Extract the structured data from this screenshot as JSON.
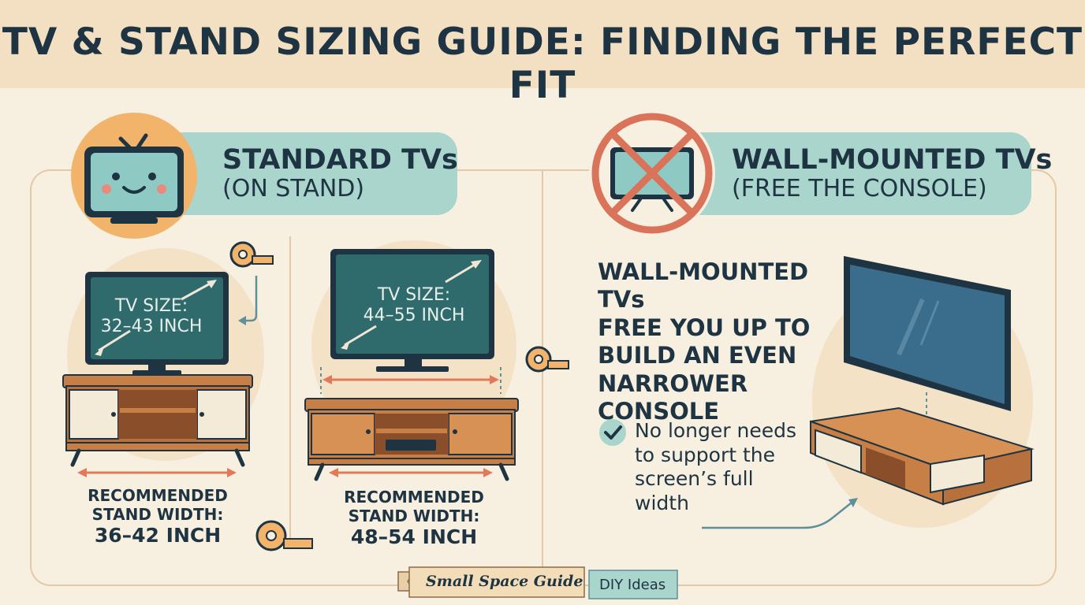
{
  "title": "TV & STAND SIZING GUIDE: FINDING THE PERFECT FIT",
  "left_section": {
    "heading_line1": "STANDARD TVs",
    "heading_line2": "(ON STAND)",
    "small_tv": {
      "size_label": "TV SIZE:",
      "size_value": "32–43 INCH",
      "stand_label_line1": "RECOMMENDED",
      "stand_label_line2": "STAND WIDTH:",
      "stand_value": "36–42 INCH"
    },
    "large_tv": {
      "size_label": "TV SIZE:",
      "size_value": "44–55 INCH",
      "stand_label_line1": "RECOMMENDED",
      "stand_label_line2": "STAND WIDTH:",
      "stand_value": "48–54 INCH"
    }
  },
  "right_section": {
    "heading_line1": "WALL-MOUNTED TVs",
    "heading_line2": "(FREE THE CONSOLE)",
    "body": [
      "WALL-MOUNTED TVs",
      "FREE YOU UP TO",
      "BUILD AN EVEN",
      "NARROWER",
      "CONSOLE"
    ],
    "note": [
      "No longer needs",
      "to support the",
      "screen’s full",
      "width"
    ]
  },
  "footer": {
    "ribbon_label": "Small Space Guide",
    "tag_label": "DIY Ideas"
  },
  "colors": {
    "navy": "#1f3442",
    "teal_banner": "#a9d5cc",
    "header_bg": "#f3dfc2",
    "page_bg": "#f7efdf",
    "wood": "#c77f45",
    "screen": "#2f6a6d",
    "accent_orange": "#e07a5a"
  },
  "icons": [
    "tv-smiley-icon",
    "no-tv-icon",
    "tape-measure-icon",
    "check-icon"
  ]
}
